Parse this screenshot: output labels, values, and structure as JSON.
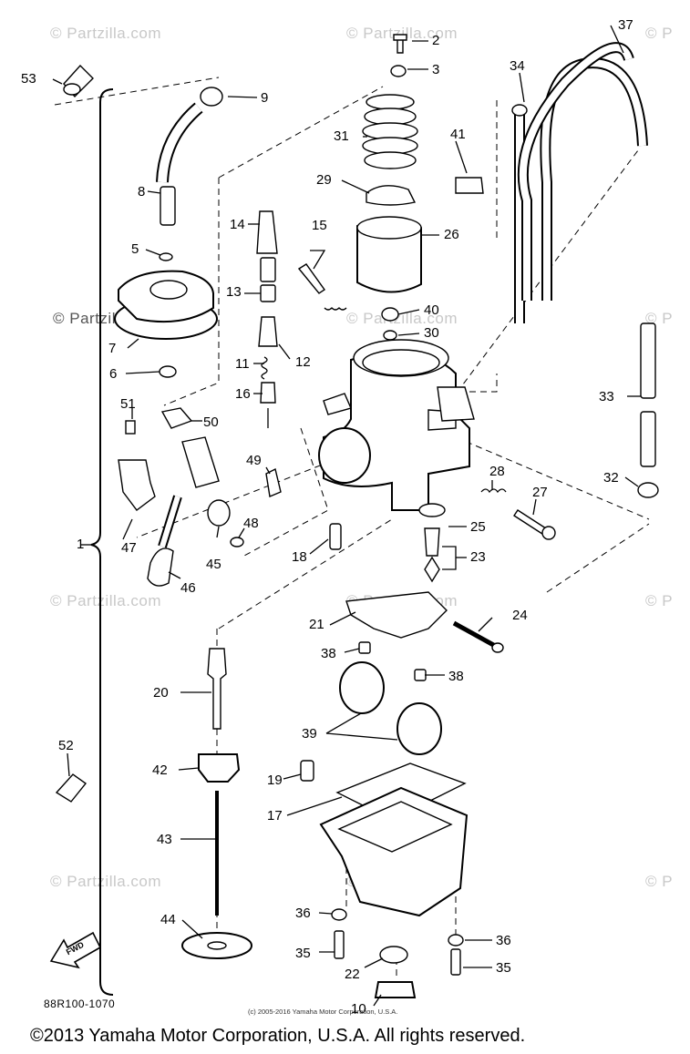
{
  "watermark_text": "© Partzilla.com",
  "watermark_partial": "© P",
  "diagram_code": "88R100-1070",
  "small_copyright": "(c) 2005-2016 Yamaha Motor Corporation, U.S.A.",
  "copyright": "©2013 Yamaha Motor Corporation, U.S.A. All rights reserved.",
  "fwd_label": "FWD",
  "callouts": {
    "n1": "1",
    "n2": "2",
    "n3": "3",
    "n5": "5",
    "n6": "6",
    "n7": "7",
    "n8": "8",
    "n9": "9",
    "n10": "10",
    "n11": "11",
    "n12": "12",
    "n13": "13",
    "n14": "14",
    "n15": "15",
    "n16": "16",
    "n17": "17",
    "n18": "18",
    "n19": "19",
    "n20": "20",
    "n21": "21",
    "n22": "22",
    "n23": "23",
    "n24": "24",
    "n25": "25",
    "n26": "26",
    "n27": "27",
    "n28": "28",
    "n29": "29",
    "n30": "30",
    "n31": "31",
    "n32": "32",
    "n33": "33",
    "n34": "34",
    "n35a": "35",
    "n35b": "35",
    "n36a": "36",
    "n36b": "36",
    "n37": "37",
    "n38a": "38",
    "n38b": "38",
    "n39": "39",
    "n40": "40",
    "n41": "41",
    "n42": "42",
    "n43": "43",
    "n44": "44",
    "n45": "45",
    "n46": "46",
    "n47": "47",
    "n48": "48",
    "n49": "49",
    "n50": "50",
    "n51": "51",
    "n52": "52",
    "n53": "53"
  }
}
